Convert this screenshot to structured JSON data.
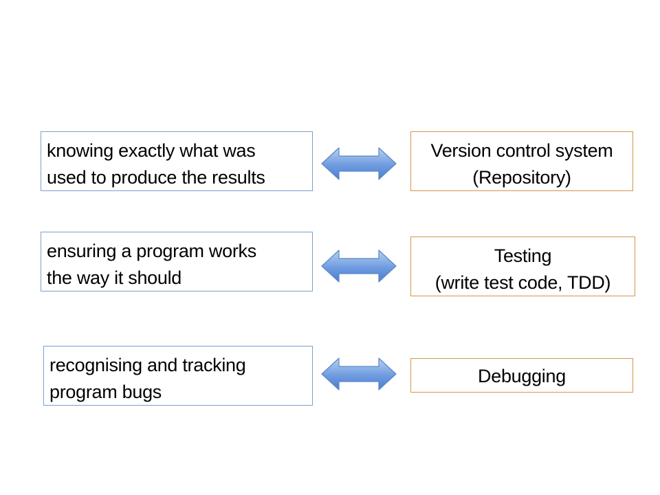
{
  "pairs": [
    {
      "concept": [
        "knowing exactly what was",
        "used to produce the results"
      ],
      "practice": [
        "Version control system",
        "(Repository)"
      ]
    },
    {
      "concept": [
        "ensuring a program works",
        "the way it should"
      ],
      "practice": [
        "Testing",
        "(write test code, TDD)"
      ]
    },
    {
      "concept": [
        "recognising and tracking",
        "program bugs"
      ],
      "practice": [
        "Debugging"
      ]
    }
  ],
  "arrow_icon": "double-headed-arrow-icon",
  "colors": {
    "concept_border": "#7aa0c9",
    "practice_border": "#d4944a",
    "arrow_fill_top": "#a9c7ee",
    "arrow_fill_bottom": "#4a7fd1",
    "arrow_stroke": "#5a86c4"
  }
}
